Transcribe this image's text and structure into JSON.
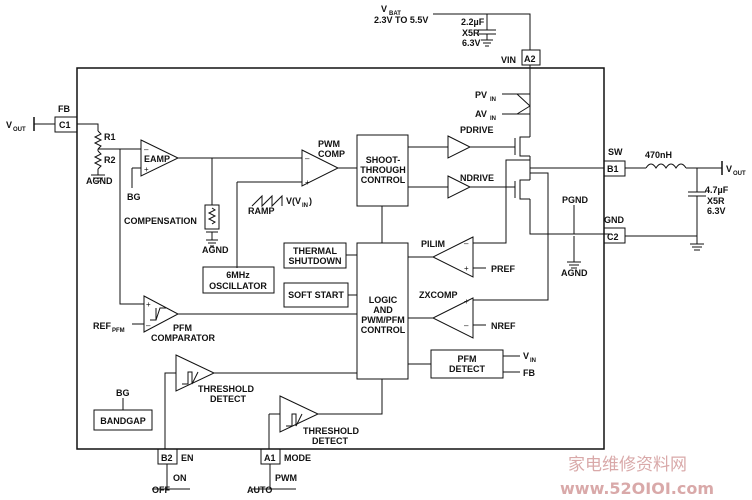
{
  "vbat": {
    "label": "V",
    "sub": "BAT",
    "range": "2.3V TO 5.5V"
  },
  "cap_in": {
    "value": "2.2µF",
    "type": "X5R",
    "voltage": "6.3V"
  },
  "pins": {
    "vin": "VIN",
    "a2": "A2",
    "fb": "FB",
    "c1": "C1",
    "sw": "SW",
    "b1": "B1",
    "gnd": "GND",
    "c2": "C2",
    "en": "EN",
    "b2": "B2",
    "mode": "MODE",
    "a1": "A1"
  },
  "labels": {
    "vout_left": "V",
    "vout_left_sub": "OUT",
    "vout_right": "V",
    "vout_right_sub": "OUT",
    "r1": "R1",
    "r2": "R2",
    "agnd1": "AGND",
    "agnd2": "AGND",
    "agnd3": "AGND",
    "bg1": "BG",
    "bg2": "BG",
    "eamp": "EAMP",
    "compensation": "COMPENSATION",
    "pwm_comp_1": "PWM",
    "pwm_comp_2": "COMP",
    "ramp": "RAMP",
    "vvin": "V(V",
    "vvin_sub": "IN",
    "vvin_end": ")",
    "pvin": "PV",
    "pvin_sub": "IN",
    "avin": "AV",
    "avin_sub": "IN",
    "pdrive": "PDRIVE",
    "ndrive": "NDRIVE",
    "inductor": "470nH",
    "pgnd": "PGND",
    "cap_out_value": "4.7µF",
    "cap_out_type": "X5R",
    "cap_out_voltage": "6.3V",
    "pilim": "PILIM",
    "pref": "PREF",
    "zxcomp": "ZXCOMP",
    "nref": "NREF",
    "ref_pfm": "REF",
    "ref_pfm_sub": "PFM",
    "pfm_comp_1": "PFM",
    "pfm_comp_2": "COMPARATOR",
    "vin_in": "V",
    "vin_in_sub": "IN",
    "fb_in": "FB",
    "threshold1_1": "THRESHOLD",
    "threshold1_2": "DETECT",
    "threshold2_1": "THRESHOLD",
    "threshold2_2": "DETECT",
    "off": "OFF",
    "on": "ON",
    "auto": "AUTO",
    "pwm": "PWM"
  },
  "blocks": {
    "shoot_1": "SHOOT-",
    "shoot_2": "THROUGH",
    "shoot_3": "CONTROL",
    "thermal_1": "THERMAL",
    "thermal_2": "SHUTDOWN",
    "softstart": "SOFT START",
    "logic_1": "LOGIC",
    "logic_2": "AND",
    "logic_3": "PWM/PFM",
    "logic_4": "CONTROL",
    "osc_1": "6MHz",
    "osc_2": "OSCILLATOR",
    "pfmdet_1": "PFM",
    "pfmdet_2": "DETECT",
    "bandgap": "BANDGAP"
  },
  "watermark": {
    "text": "家电维修资料网",
    "url": "www.52OIOI.com"
  }
}
